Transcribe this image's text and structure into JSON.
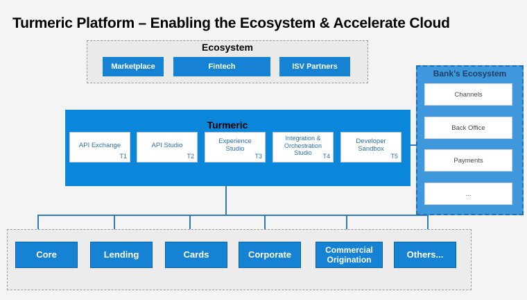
{
  "title": "Turmeric Platform – Enabling the Ecosystem & Accelerate Cloud",
  "ecosystem": {
    "label": "Ecosystem",
    "items": [
      "Marketplace",
      "Fintech",
      "ISV Partners"
    ]
  },
  "turmeric": {
    "label": "Turmeric",
    "modules": [
      {
        "name": "API Exchange",
        "tag": "T1"
      },
      {
        "name": "API Studio",
        "tag": "T2"
      },
      {
        "name": "Experience\nStudio",
        "tag": "T3"
      },
      {
        "name": "Integration &\nOrchestration\nStudio",
        "tag": "T4"
      },
      {
        "name": "Developer\nSandbox",
        "tag": "T5"
      }
    ]
  },
  "bank_ecosystem": {
    "label": "Bank’s Ecosystem",
    "items": [
      "Channels",
      "Back Office",
      "Payments",
      "..."
    ]
  },
  "systems": [
    "Core",
    "Lending",
    "Cards",
    "Corporate",
    "Commercial\nOrigination",
    "Others..."
  ],
  "colors": {
    "primary_blue": "#0a86db",
    "box_blue": "#1682d4",
    "bank_blue": "#3f97dc"
  }
}
